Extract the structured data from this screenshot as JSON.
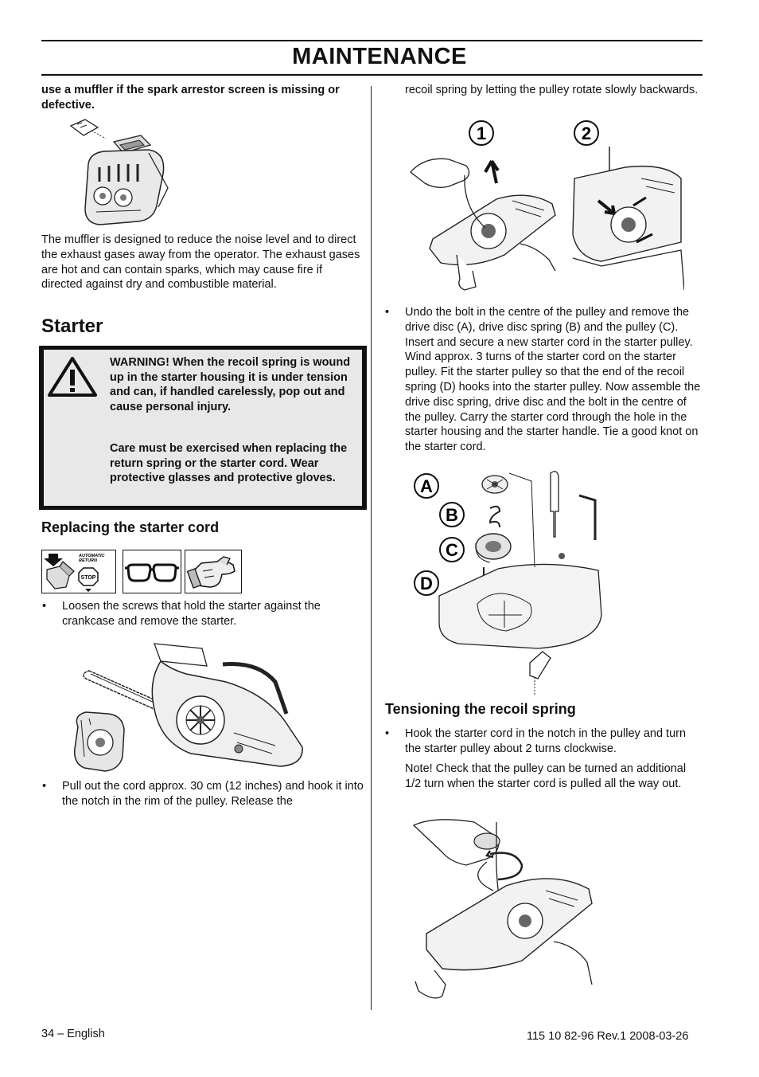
{
  "header": {
    "title": "MAINTENANCE"
  },
  "left": {
    "intro_bold": "use a muffler if the spark arrestor screen is missing or defective.",
    "muffler_text": "The muffler is designed to reduce the noise level and to direct the exhaust gases away from the operator. The exhaust gases are hot and can contain sparks, which may cause fire if directed against dry and combustible material.",
    "section_title": "Starter",
    "warning": {
      "para1": "WARNING! When the recoil spring is wound up in the starter housing it is under tension and can, if handled carelessly, pop out and cause personal injury.",
      "para2": "Care must be exercised when replacing the return spring or the starter cord. Wear protective glasses and protective gloves."
    },
    "subtitle": "Replacing the starter cord",
    "icon_brake": {
      "line1": "AUTOMATIC",
      "line2": "RETURN",
      "stop": "STOP"
    },
    "bullet1": "Loosen the screws that hold the starter against the crankcase and remove the starter.",
    "bullet2": "Pull out the cord approx. 30 cm (12 inches) and hook it into the notch in the rim of the pulley. Release the"
  },
  "right": {
    "continued": "recoil spring by letting the pulley rotate slowly backwards.",
    "fig_labels": [
      "1",
      "2"
    ],
    "bullet3": "Undo the bolt in the centre of the pulley and remove the drive disc (A), drive disc spring (B) and the pulley (C). Insert and secure a new starter cord in the starter pulley. Wind approx. 3 turns of the starter cord on the starter pulley. Fit the starter pulley so that the end of the recoil spring (D) hooks into the starter pulley. Now assemble the drive disc spring, drive disc and the bolt in the centre of the pulley. Carry the starter cord through the hole in the starter housing and the starter handle. Tie a good knot on the starter cord.",
    "parts": [
      "A",
      "B",
      "C",
      "D"
    ],
    "subtitle2": "Tensioning the recoil spring",
    "bullet4": "Hook the starter cord in the notch in the pulley and turn the starter pulley about 2 turns clockwise.",
    "note": "Note! Check that the pulley can be turned an additional 1/2 turn when the starter cord is pulled all the way out."
  },
  "footer": {
    "page": "34 – English",
    "doc": "115 10 82-96 Rev.1 2008-03-26"
  },
  "bullet_symbol": "•"
}
